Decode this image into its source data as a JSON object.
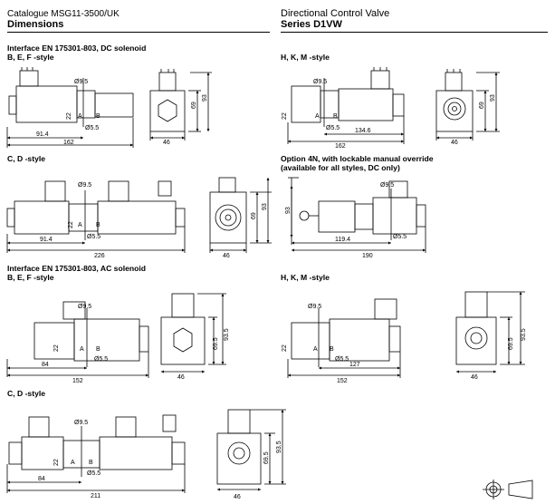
{
  "header": {
    "catalogue": "Catalogue MSG11-3500/UK",
    "section": "Dimensions",
    "product": "Directional Control Valve",
    "series": "Series D1VW"
  },
  "sections": {
    "dc_interface_line1": "Interface EN 175301-803, DC solenoid",
    "dc_interface_line2": "B, E, F -style",
    "dc_hkm": "H, K, M -style",
    "dc_cd": "C, D -style",
    "option_line1": "Option 4N, with lockable manual override",
    "option_line2": "(available for all styles, DC only)",
    "ac_interface_line1": "Interface EN 175301-803, AC solenoid",
    "ac_interface_line2": "B, E, F -style",
    "ac_hkm": "H, K, M -style",
    "ac_cd": "C, D -style"
  },
  "ports": {
    "a": "A",
    "b": "B"
  },
  "dims": {
    "d95": "Ø9.5",
    "d55": "Ø5.5",
    "v22": "22",
    "v69": "69",
    "v93": "93",
    "v69_5": "69.5",
    "v93_5": "93.5",
    "v46": "46",
    "dc_bef_l1": "91.4",
    "dc_bef_l2": "162",
    "dc_hkm_l1": "134.6",
    "dc_hkm_l2": "162",
    "dc_cd_l1": "91.4",
    "dc_cd_l2": "226",
    "opt_l1": "119.4",
    "opt_l2": "190",
    "ac_bef_l1": "84",
    "ac_bef_l2": "152",
    "ac_hkm_l1": "127",
    "ac_hkm_l2": "152",
    "ac_cd_l1": "84",
    "ac_cd_l2": "211"
  }
}
